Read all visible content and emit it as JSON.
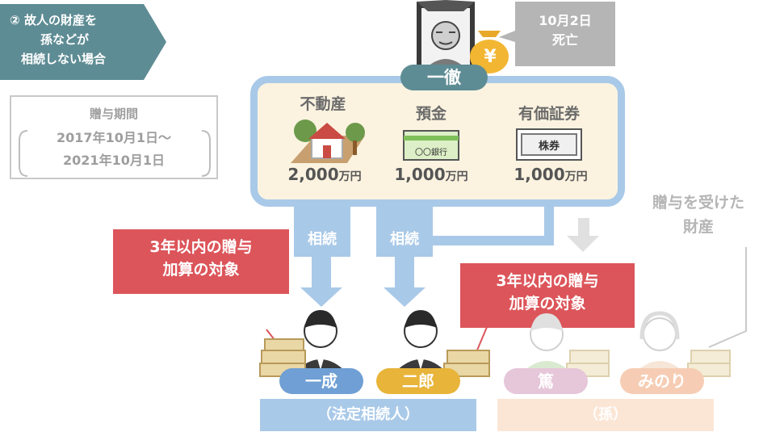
{
  "case_tag": {
    "number": "②",
    "line1": "故人の財産を",
    "line2": "孫などが",
    "line3": "相続しない場合"
  },
  "gift_period": {
    "title": "贈与期間",
    "from": "2017年10月1日〜",
    "to": "2021年10月1日"
  },
  "deceased": {
    "name": "一徹",
    "death_note_line1": "10月2日",
    "death_note_line2": "死亡",
    "money_bag_symbol": "¥"
  },
  "assets": [
    {
      "label": "不動産",
      "amount": "2,000",
      "unit": "万円",
      "icon": "house-icon"
    },
    {
      "label": "預金",
      "amount": "1,000",
      "unit": "万円",
      "icon": "bankbook-icon",
      "icon_text": "〇〇銀行"
    },
    {
      "label": "有価証券",
      "amount": "1,000",
      "unit": "万円",
      "icon": "stock-certificate-icon",
      "icon_text": "株券"
    }
  ],
  "inherit_label": "相続",
  "gift_received": {
    "line1": "贈与を受けた",
    "line2": "財産"
  },
  "addition_note": {
    "line1": "3年以内の贈与",
    "line2": "加算の対象"
  },
  "heirs": [
    {
      "name": "一成",
      "color": "#6f9fd4"
    },
    {
      "name": "二郎",
      "color": "#e8b43a"
    }
  ],
  "grandchildren": [
    {
      "name": "篤",
      "color": "#e6c6d9"
    },
    {
      "name": "みのり",
      "color": "#f6cdb4"
    }
  ],
  "group_legal_heirs": "（法定相続人）",
  "group_grandchildren": "（孫）",
  "colors": {
    "tag": "#5e8c94",
    "estate_border": "#a9c9e8",
    "estate_fill": "#fbf3e0",
    "red_note": "#dc555a",
    "heir_bar": "#a9c9e8",
    "grandchild_bar": "#fbe6d6"
  }
}
